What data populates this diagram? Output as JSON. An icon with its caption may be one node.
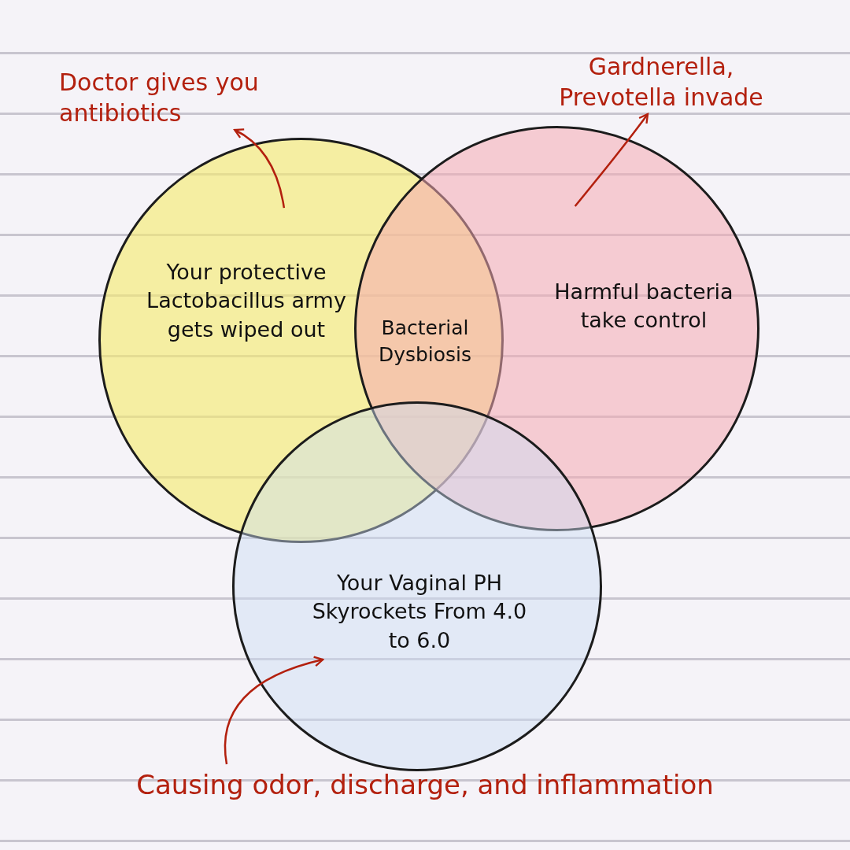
{
  "diagram": {
    "nodes": [
      {
        "text": [
          "Your protective Lactobacillus army gets wiped out"
        ]
      },
      {
        "text": [
          "Harmful bacteria take control"
        ]
      },
      {
        "text": [
          "Your Vaginal PH Skyrockets From 4.0 to 6.0"
        ]
      },
      {
        "text": [
          "Doctor gives you antibiotics"
        ]
      },
      {
        "text": [
          "Gardnerella, Prevotella invade"
        ]
      },
      {
        "text": [
          "Causing odor, discharge, and inflammation"
        ]
      }
    ],
    "edges": [
      {
        "from": 0,
        "to": 3,
        "arrow": "to"
      },
      {
        "from": 1,
        "to": 4,
        "arrow": "to"
      },
      {
        "from": 5,
        "to": 2,
        "arrow": "to"
      }
    ],
    "labels": [
      "Bacterial Dysbiosis"
    ]
  }
}
